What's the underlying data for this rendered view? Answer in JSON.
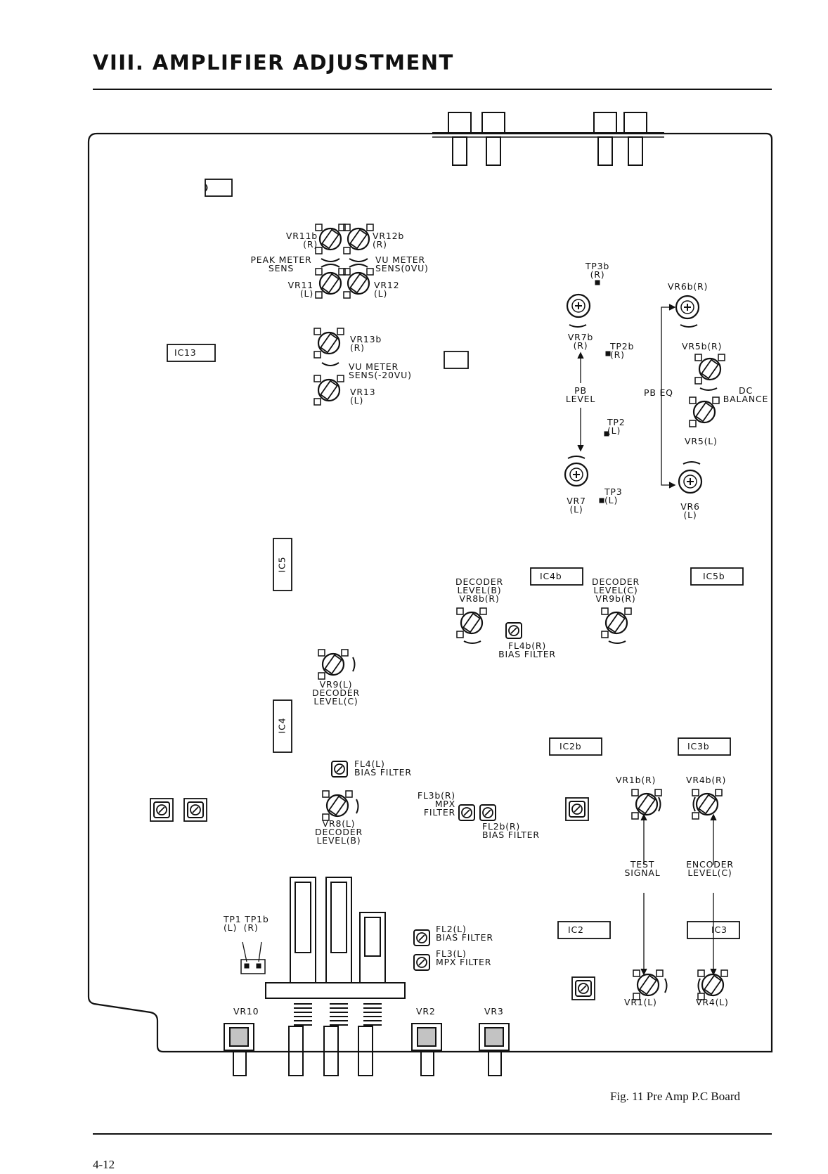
{
  "page": {
    "title": "VIII. AMPLIFIER ADJUSTMENT",
    "caption": "Fig. 11 Pre Amp P.C Board",
    "page_number": "4-12"
  },
  "ics": {
    "ic13": "IC13",
    "ic5": "IC5",
    "ic4": "IC4",
    "ic4b": "IC4b",
    "ic5b": "IC5b",
    "ic2b": "IC2b",
    "ic3b": "IC3b",
    "ic2": "IC2",
    "ic3": "IC3"
  },
  "labels": {
    "vr11b": "VR11b\n(R)",
    "vr12b": "VR12b\n(R)",
    "peak_meter": "PEAK METER\nSENS",
    "vu_meter_0": "VU METER\nSENS(0VU)",
    "vr11": "VR11\n(L)",
    "vr12": "VR12\n(L)",
    "vr13b": "VR13b\n(R)",
    "vu_meter_20": "VU METER\nSENS(-20VU)",
    "vr13": "VR13\n(L)",
    "tp3b": "TP3b\n(R)",
    "vr6b": "VR6b(R)",
    "vr7b": "VR7b\n(R)",
    "tp2b": "TP2b\n(R)",
    "vr5b": "VR5b(R)",
    "pb_level": "PB\nLEVEL",
    "pb_eq": "PB EQ",
    "dc_balance": "DC\nBALANCE",
    "tp2": "TP2\n(L)",
    "vr5": "VR5(L)",
    "tp3": "TP3\n(L)",
    "vr7": "VR7\n(L)",
    "vr6": "VR6\n(L)",
    "decoder_b": "DECODER\nLEVEL(B)\nVR8b(R)",
    "decoder_c": "DECODER\nLEVEL(C)\nVR9b(R)",
    "fl4b": "FL4b(R)\nBIAS FILTER",
    "vr9": "VR9(L)\nDECODER\nLEVEL(C)",
    "fl4": "FL4(L)\nBIAS FILTER",
    "vr8": "VR8(L)\nDECODER\nLEVEL(B)",
    "fl3b": "FL3b(R)\nMPX\nFILTER",
    "fl2b": "FL2b(R)\nBIAS FILTER",
    "vr1b": "VR1b(R)",
    "vr4b": "VR4b(R)",
    "test_signal": "TEST\nSIGNAL",
    "encoder": "ENCODER\nLEVEL(C)",
    "tp1": "TP1 TP1b\n(L)  (R)",
    "fl2": "FL2(L)\nBIAS FILTER",
    "fl3": "FL3(L)\nMPX FILTER",
    "vr1": "VR1(L)",
    "vr4": "VR4(L)",
    "vr10": "VR10",
    "vr2": "VR2",
    "vr3": "VR3"
  },
  "icons": {
    "trimmer": "trimmer-potentiometer-icon",
    "screw_pot": "screw-potentiometer-icon",
    "coil": "filter-coil-icon",
    "test_point": "test-point-icon",
    "ic_chip": "ic-chip-icon",
    "slide_fader": "slide-fader-icon"
  }
}
